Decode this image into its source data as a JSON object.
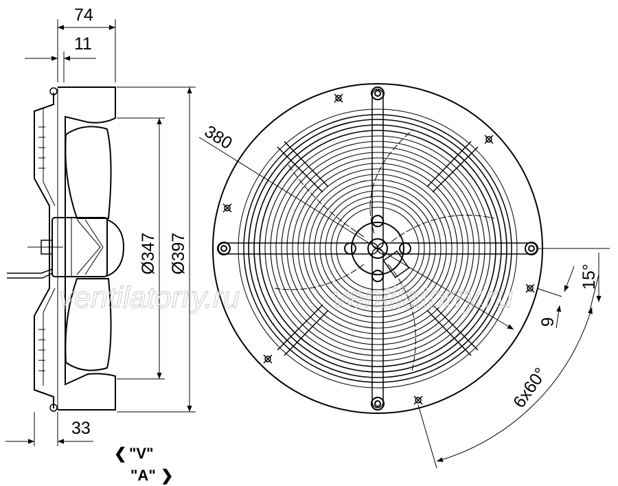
{
  "dimensions": {
    "depth_total": "74",
    "flange": "11",
    "offset": "33",
    "blade_diameter": "Ø347",
    "housing_diameter": "Ø397",
    "bolt_circle": "380",
    "hole": "9",
    "angle": "15°",
    "pattern": "6x60°"
  },
  "labels": {
    "airflow_v": "\"V\"",
    "airflow_a": "\"A\""
  },
  "watermark": "ventilatorry.ru"
}
